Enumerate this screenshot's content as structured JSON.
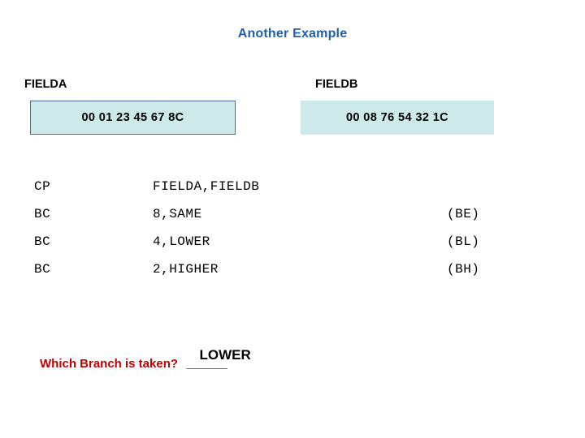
{
  "slide": {
    "title": "Another Example",
    "fields": [
      {
        "label": "FIELDA",
        "value": "00 01 23 45 67 8C"
      },
      {
        "label": "FIELDB",
        "value": "00 08 76 54 32 1C"
      }
    ],
    "code": [
      {
        "op": "CP",
        "operand": "FIELDA,FIELDB",
        "note": ""
      },
      {
        "op": "BC",
        "operand": "8,SAME",
        "note": "(BE)"
      },
      {
        "op": "BC",
        "operand": "4,LOWER",
        "note": "(BL)"
      },
      {
        "op": "BC",
        "operand": "2,HIGHER",
        "note": "(BH)"
      }
    ],
    "question": {
      "text": "Which Branch is taken?",
      "blank": "______",
      "answer": "LOWER"
    },
    "colors": {
      "title": "#1f5fa9",
      "box_fill": "#cde9e9",
      "box_border": "#4a6d8c",
      "question": "#c00000"
    }
  }
}
